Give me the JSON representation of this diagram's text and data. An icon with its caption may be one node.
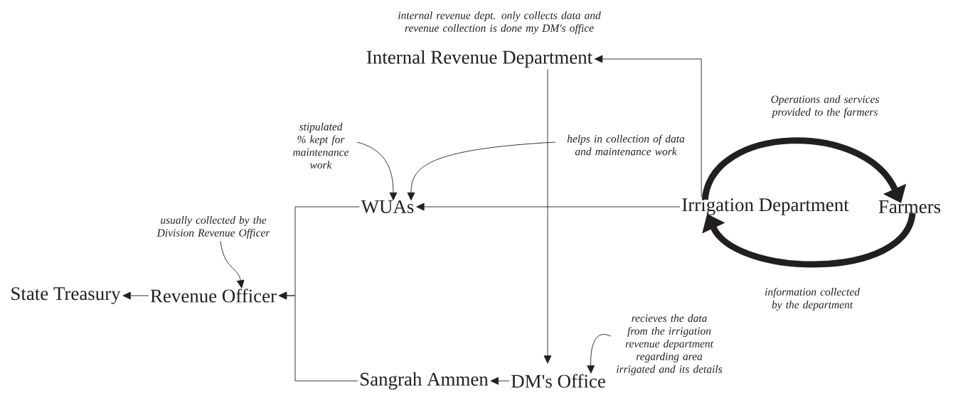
{
  "diagram": {
    "nodes": [
      {
        "text": [
          "Internal Revenue Department"
        ]
      },
      {
        "text": [
          "WUAs"
        ]
      },
      {
        "text": [
          "Irrigation Department"
        ]
      },
      {
        "text": [
          "Farmers"
        ]
      },
      {
        "text": [
          "State Treasury"
        ]
      },
      {
        "text": [
          "Revenue Officer"
        ]
      },
      {
        "text": [
          "Sangrah Ammen"
        ]
      },
      {
        "text": [
          "DM's Office"
        ]
      },
      {
        "text": [
          "stipulated % kept for maintenance work"
        ]
      },
      {
        "text": [
          "helps in collection of data and maintenance work"
        ]
      },
      {
        "text": [
          "usually collected by the Division Revenue Officer"
        ]
      },
      {
        "text": [
          "recieves the data from the irrigation revenue department regarding area irrigated and its details"
        ]
      }
    ],
    "edges": [
      {
        "from": 2,
        "to": 0,
        "arrow": "to"
      },
      {
        "from": 2,
        "to": 1,
        "arrow": "to"
      },
      {
        "from": 0,
        "to": 7,
        "arrow": "to"
      },
      {
        "from": 1,
        "to": 5,
        "arrow": "to"
      },
      {
        "from": 6,
        "to": 5,
        "arrow": "to"
      },
      {
        "from": 5,
        "to": 4,
        "arrow": "to"
      },
      {
        "from": 7,
        "to": 6,
        "arrow": "to"
      },
      {
        "from": 2,
        "to": 3,
        "arrow": "to",
        "style": "thick",
        "label": "Operations and services provided to the farmers"
      },
      {
        "from": 3,
        "to": 2,
        "arrow": "to",
        "style": "thick",
        "label": "information collected by the department"
      },
      {
        "from": 8,
        "to": 1,
        "arrow": "to"
      },
      {
        "from": 9,
        "to": 1,
        "arrow": "to"
      },
      {
        "from": 10,
        "to": 5,
        "arrow": "to"
      },
      {
        "from": 11,
        "to": 7,
        "arrow": "to"
      }
    ],
    "labels": [
      "internal revenue dept. only collects data and revenue collection is done my DM's office"
    ]
  }
}
